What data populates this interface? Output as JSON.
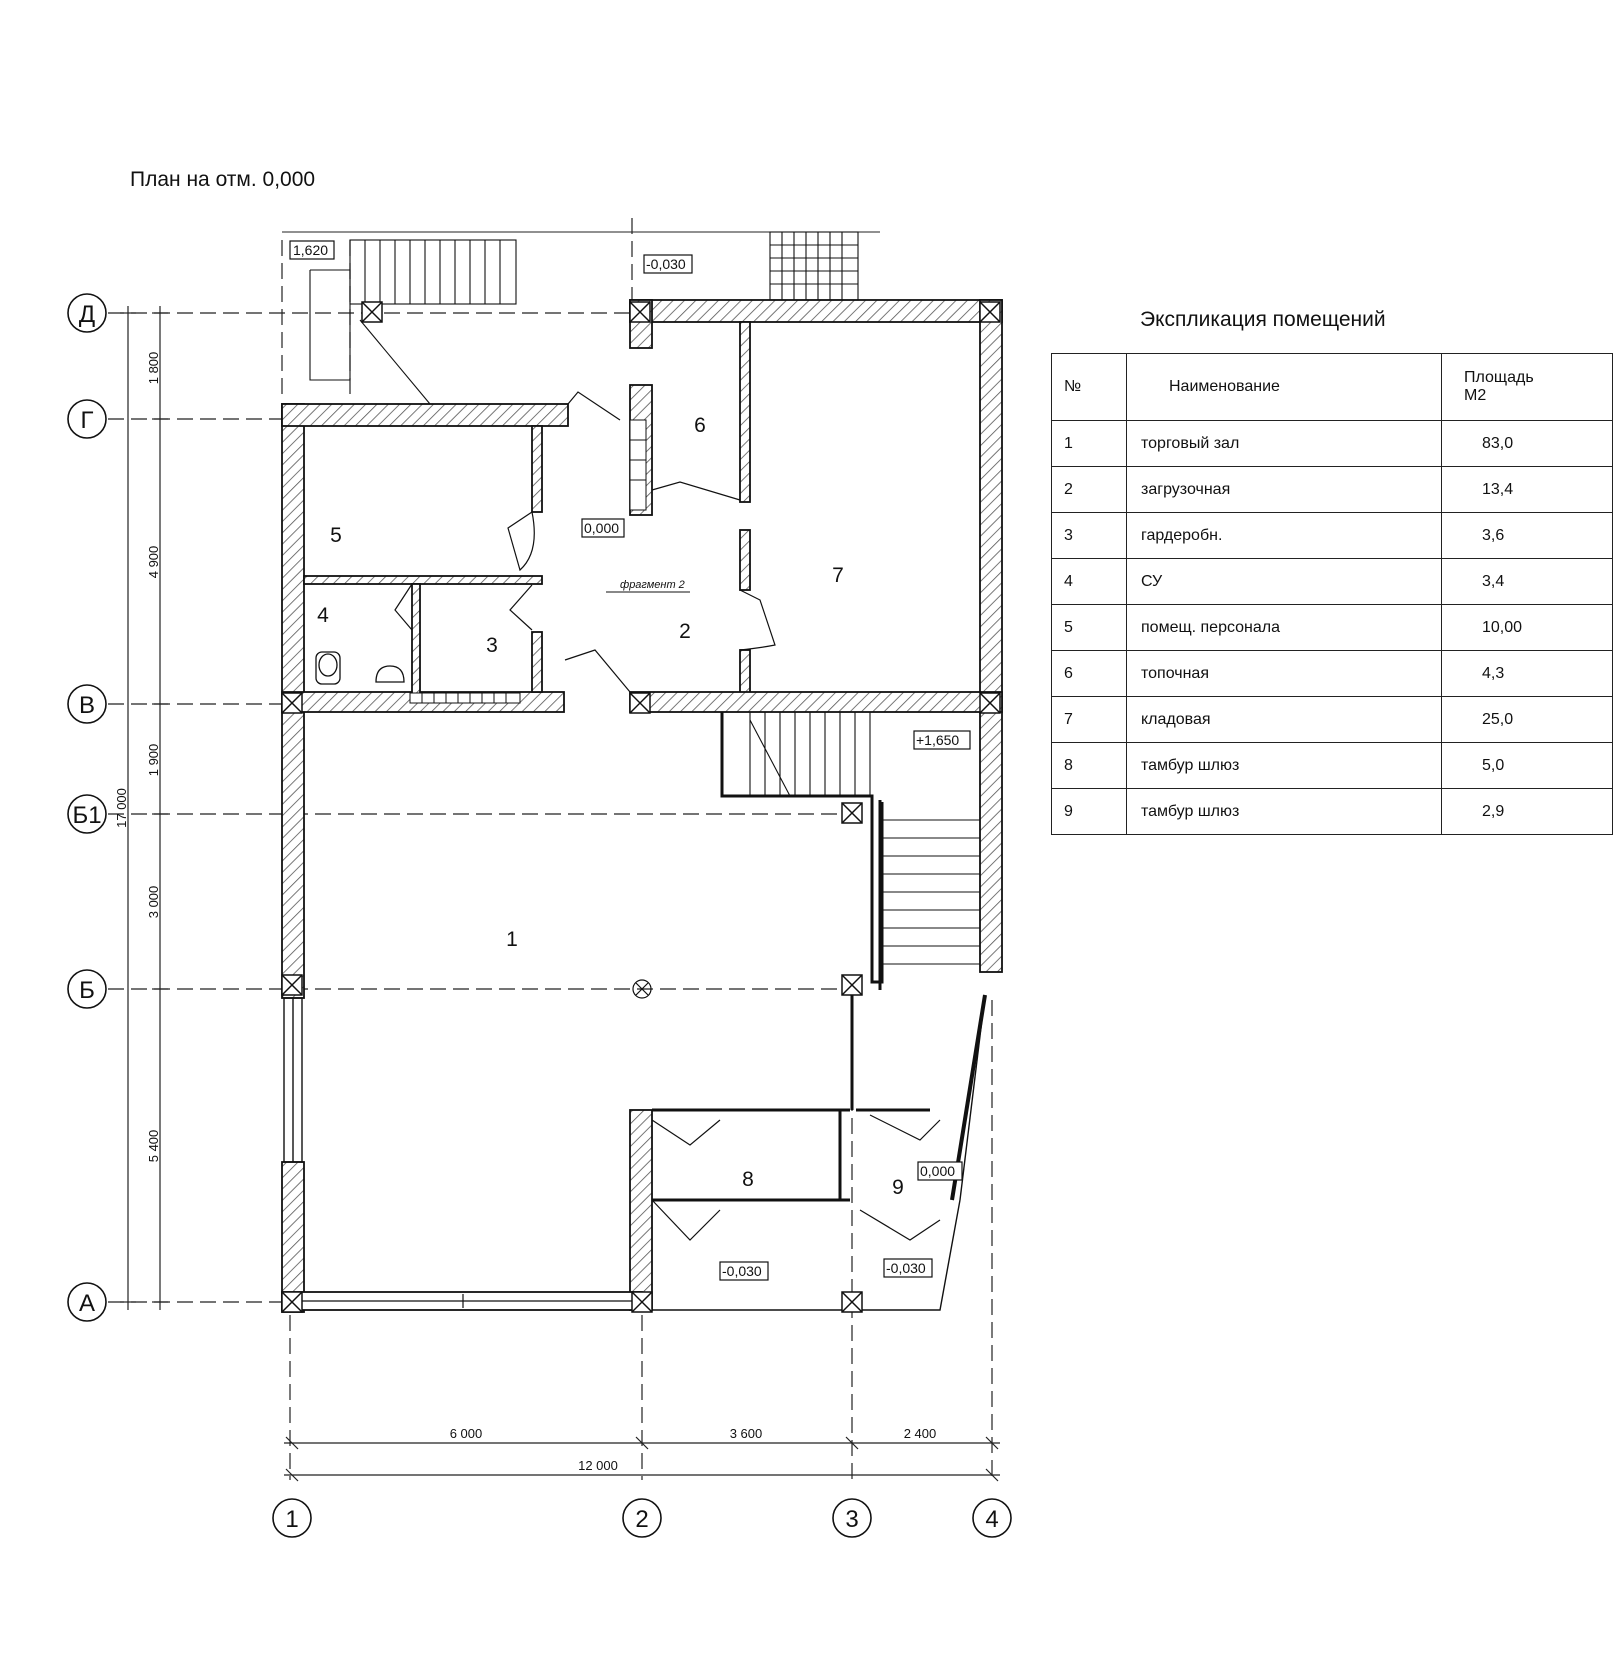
{
  "title": "План на отм. 0,000",
  "explication": {
    "title": "Экспликация помещений",
    "headers": {
      "num": "№",
      "name": "Наименование",
      "area_line1": "Площадь",
      "area_line2": "М2"
    },
    "rows": [
      {
        "num": "1",
        "name": "торговый зал",
        "area": "83,0"
      },
      {
        "num": "2",
        "name": "загрузочная",
        "area": "13,4"
      },
      {
        "num": "3",
        "name": "гардеробн.",
        "area": "3,6"
      },
      {
        "num": "4",
        "name": "СУ",
        "area": "3,4"
      },
      {
        "num": "5",
        "name": "помещ. персонала",
        "area": "10,00"
      },
      {
        "num": "6",
        "name": "топочная",
        "area": "4,3"
      },
      {
        "num": "7",
        "name": "кладовая",
        "area": "25,0"
      },
      {
        "num": "8",
        "name": "тамбур шлюз",
        "area": "5,0"
      },
      {
        "num": "9",
        "name": "тамбур шлюз",
        "area": "2,9"
      }
    ]
  },
  "axes": {
    "rows": [
      "Д",
      "Г",
      "В",
      "Б1",
      "Б",
      "А"
    ],
    "columns": [
      "1",
      "2",
      "3",
      "4"
    ]
  },
  "dimensions": {
    "vertical": [
      "1 800",
      "4 900",
      "1 900",
      "3 000",
      "5 400"
    ],
    "vertical_total": "17 000",
    "horizontal": [
      "6 000",
      "3 600",
      "2 400"
    ],
    "horizontal_total": "12 000"
  },
  "levels": {
    "top_left": "1,620",
    "top_center": "-0,030",
    "hall": "0,000",
    "stair": "+1,650",
    "vestibule": "0,000",
    "front_left": "-0,030",
    "front_right": "-0,030"
  },
  "fragment_note": "фрагмент 2",
  "room_numbers": [
    "1",
    "2",
    "3",
    "4",
    "5",
    "6",
    "7",
    "8",
    "9"
  ]
}
